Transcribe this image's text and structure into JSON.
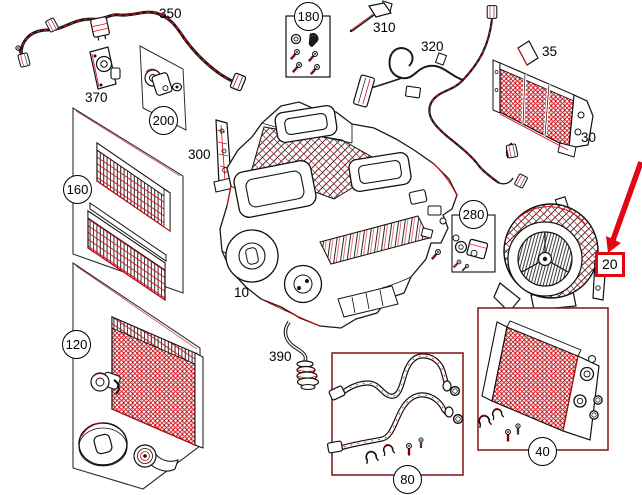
{
  "diagram": {
    "background_color": "#ffffff",
    "line_color": "#1a1a1a",
    "accent_color": "#e30613",
    "group_box_color": "#8b2025",
    "highlighted_callout": "20",
    "callouts": [
      {
        "id": "350",
        "label": "350",
        "style": "plain"
      },
      {
        "id": "370",
        "label": "370",
        "style": "plain"
      },
      {
        "id": "180",
        "label": "180",
        "style": "circle"
      },
      {
        "id": "310",
        "label": "310",
        "style": "plain"
      },
      {
        "id": "320",
        "label": "320",
        "style": "plain"
      },
      {
        "id": "35",
        "label": "35",
        "style": "plain"
      },
      {
        "id": "200",
        "label": "200",
        "style": "circle"
      },
      {
        "id": "300",
        "label": "300",
        "style": "plain"
      },
      {
        "id": "160",
        "label": "160",
        "style": "circle"
      },
      {
        "id": "30",
        "label": "30",
        "style": "plain"
      },
      {
        "id": "10",
        "label": "10",
        "style": "plain"
      },
      {
        "id": "280",
        "label": "280",
        "style": "circle"
      },
      {
        "id": "20",
        "label": "20",
        "style": "highlight-box"
      },
      {
        "id": "120",
        "label": "120",
        "style": "circle"
      },
      {
        "id": "390",
        "label": "390",
        "style": "plain"
      },
      {
        "id": "80",
        "label": "80",
        "style": "circle"
      },
      {
        "id": "40",
        "label": "40",
        "style": "circle"
      }
    ]
  }
}
